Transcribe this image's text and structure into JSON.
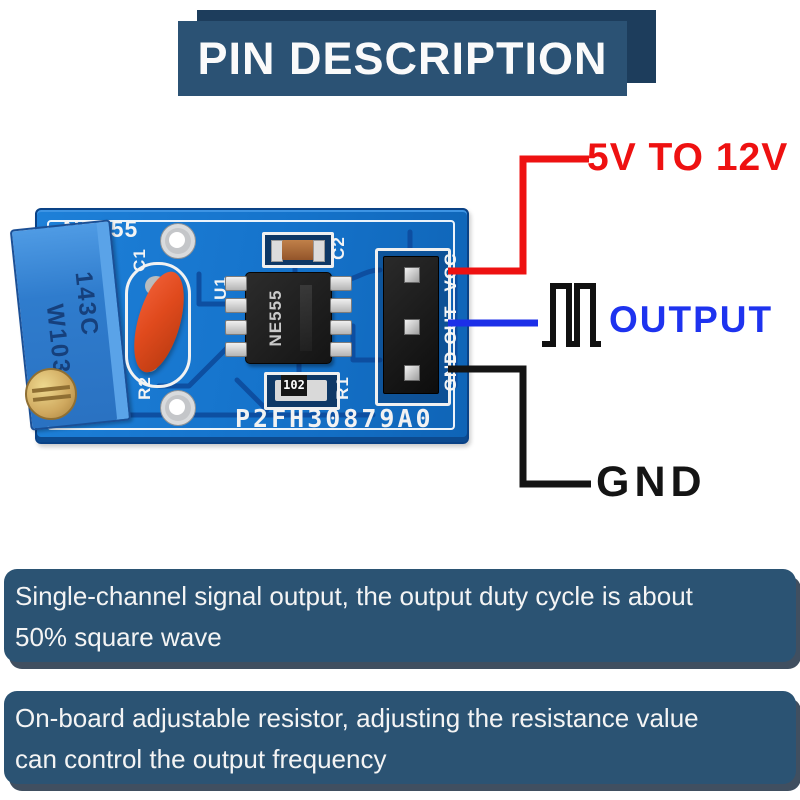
{
  "title": {
    "text": "PIN DESCRIPTION"
  },
  "callouts": {
    "power_label": "5V TO 12V",
    "output_label": "OUTPUT",
    "ground_label": "GND"
  },
  "colors": {
    "banner_blue": "#2b5274",
    "banner_shadow": "#1d3d5c",
    "pcb_blue": "#1573cb",
    "power_wire": "#ee1111",
    "output_wire": "#1c2fe8",
    "ground_wire": "#141414"
  },
  "pcb": {
    "silkscreen_title": "NE555",
    "serial_number": "P2FH30879A0",
    "trimmer": {
      "marking_1": "143C",
      "marking_2": "W103"
    },
    "ic": {
      "designator": "U1",
      "marking": "NE555"
    },
    "component_labels": {
      "c1": "C1",
      "c2": "C2",
      "r1": "R1",
      "r2": "R2"
    },
    "resistor_code": "102",
    "pin_labels": [
      "VCC",
      "OUT",
      "GND"
    ]
  },
  "notes": [
    {
      "lines": [
        "Single-channel signal output, the output duty cycle is about",
        "50% square wave"
      ]
    },
    {
      "lines": [
        "On-board adjustable resistor, adjusting the resistance value",
        "can control the output frequency"
      ]
    }
  ]
}
